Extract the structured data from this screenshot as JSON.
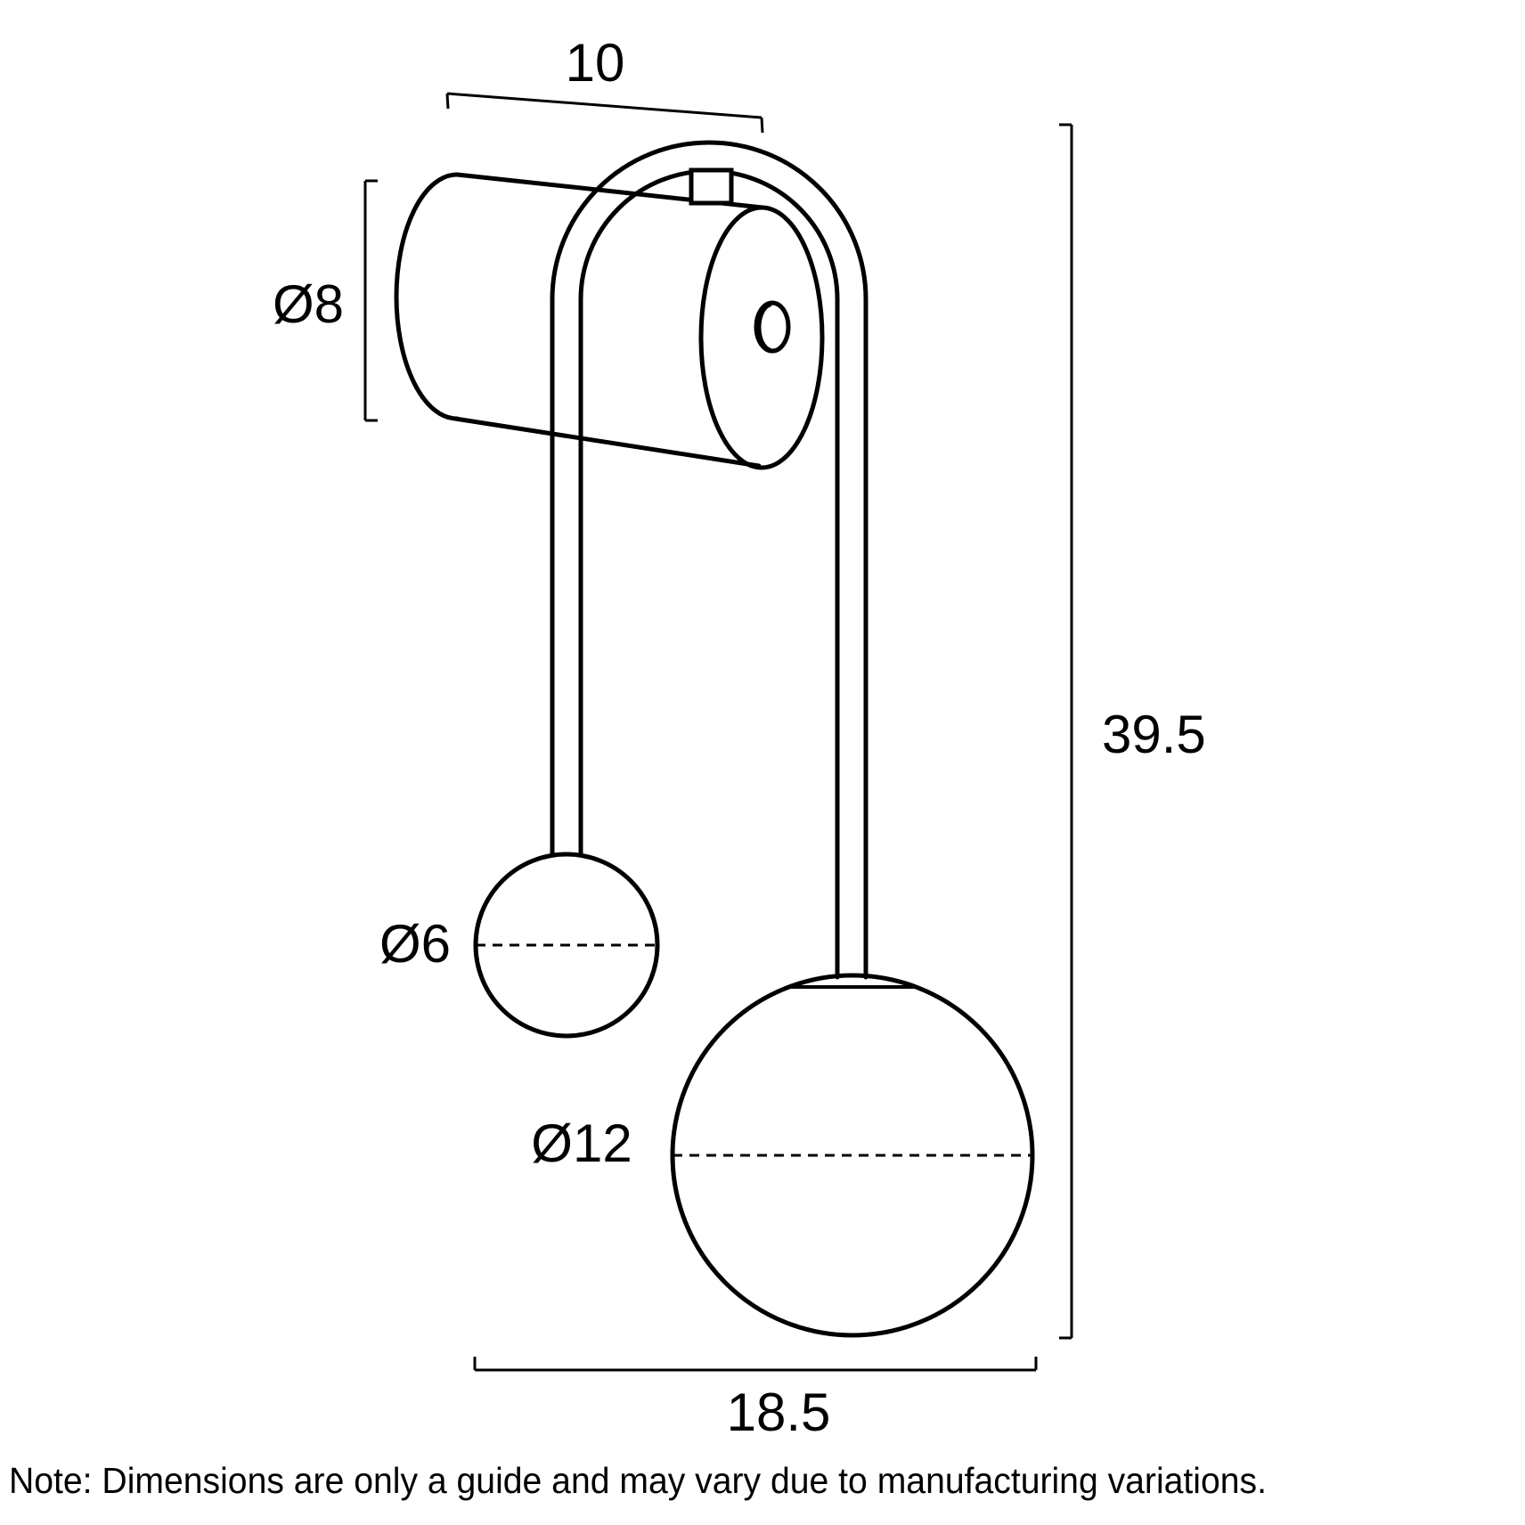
{
  "diagram": {
    "type": "technical-dimension-drawing",
    "subject": "wall light with cylindrical wall mount, curved hook arm and two spherical shades",
    "labels": {
      "top_width": "10",
      "mount_diameter": "Ø8",
      "small_sphere_diameter": "Ø6",
      "large_sphere_diameter": "Ø12",
      "overall_height": "39.5",
      "bottom_width": "18.5"
    },
    "note": "Note: Dimensions are only a guide and may vary due to manufacturing variations.",
    "colors": {
      "line": "#000000",
      "background": "#ffffff"
    }
  }
}
